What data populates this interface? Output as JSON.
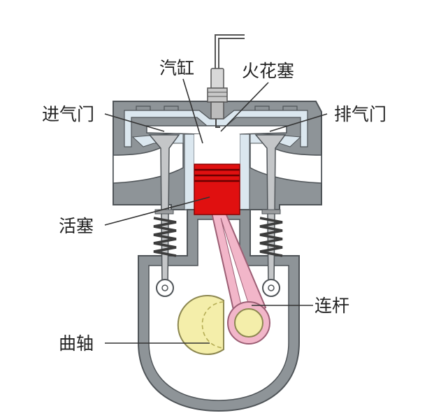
{
  "labels": {
    "cylinder": "汽缸",
    "spark_plug": "火花塞",
    "intake_valve": "进气门",
    "exhaust_valve": "排气门",
    "piston": "活塞",
    "connecting_rod": "连杆",
    "crankshaft": "曲轴"
  },
  "colors": {
    "housing": "#8e9498",
    "housing_stroke": "#4f5458",
    "cavity": "#ffffff",
    "chamber": "#dbe7ef",
    "piston": "#e01010",
    "rod": "#f2b6c9",
    "rod_stroke": "#9c5e74",
    "crank": "#f4eeaa",
    "crank_stroke": "#8c8750",
    "valve": "#c4c6c8",
    "spring": "#3c3c3c",
    "wire": "#555555"
  }
}
